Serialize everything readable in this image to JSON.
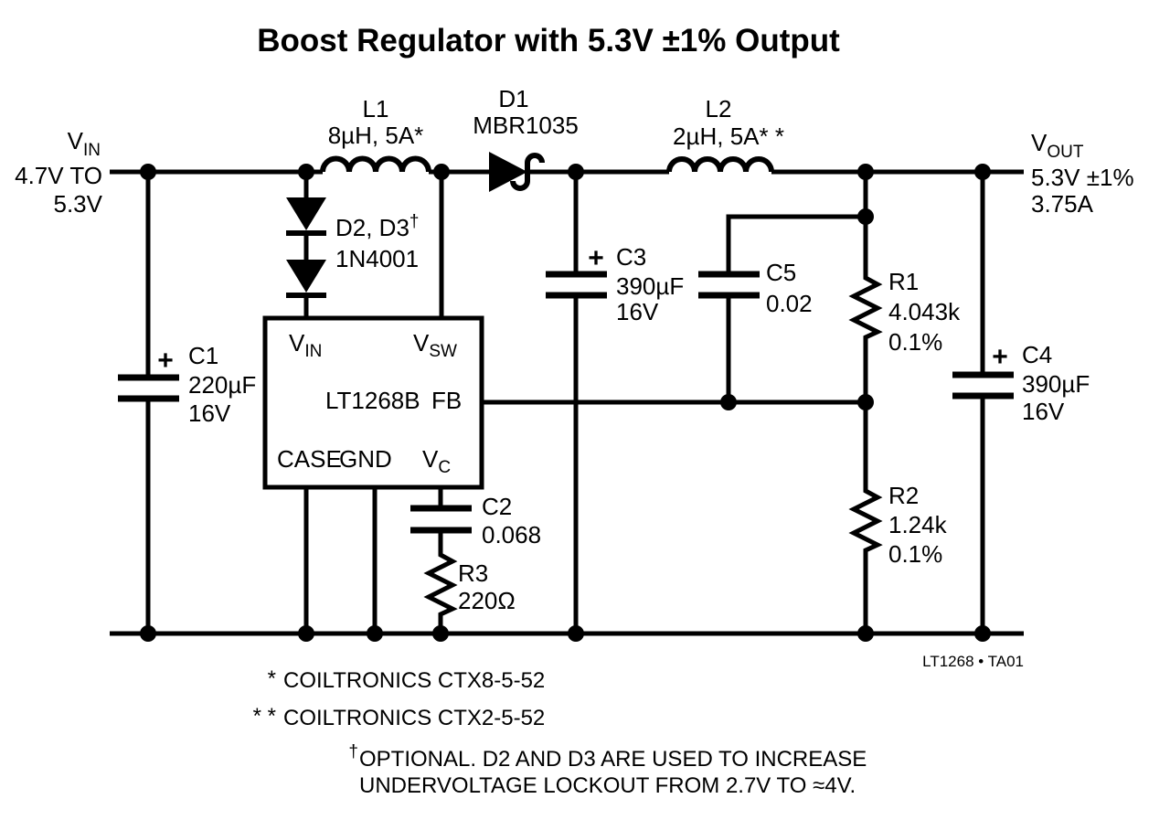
{
  "title": "Boost Regulator with 5.3V ±1% Output",
  "colors": {
    "ink": "#000000",
    "background": "#ffffff"
  },
  "input_terminal": {
    "name": "V",
    "name_sub": "IN",
    "range_line1": "4.7V TO",
    "range_line2": "5.3V"
  },
  "output_terminal": {
    "name": "V",
    "name_sub": "OUT",
    "spec_line1": "5.3V ±1%",
    "spec_line2": "3.75A"
  },
  "ic": {
    "part_number": "LT1268B",
    "pin_vin_main": "V",
    "pin_vin_sub": "IN",
    "pin_vsw_main": "V",
    "pin_vsw_sub": "SW",
    "pin_fb": "FB",
    "pin_case": "CASE",
    "pin_gnd": "GND",
    "pin_vc_main": "V",
    "pin_vc_sub": "C"
  },
  "components": {
    "L1": {
      "ref": "L1",
      "value": "8µH, 5A*"
    },
    "L2": {
      "ref": "L2",
      "value": "2µH, 5A* *"
    },
    "D1": {
      "ref": "D1",
      "value": "MBR1035"
    },
    "D2_D3": {
      "ref": "D2, D3",
      "marker": "†",
      "value": "1N4001"
    },
    "C1": {
      "polarity": "+",
      "ref": "C1",
      "value": "220µF",
      "rating": "16V"
    },
    "C2": {
      "ref": "C2",
      "value": "0.068"
    },
    "C3": {
      "polarity": "+",
      "ref": "C3",
      "value": "390µF",
      "rating": "16V"
    },
    "C4": {
      "polarity": "+",
      "ref": "C4",
      "value": "390µF",
      "rating": "16V"
    },
    "C5": {
      "ref": "C5",
      "value": "0.02"
    },
    "R1": {
      "ref": "R1",
      "value": "4.043k",
      "tolerance": "0.1%"
    },
    "R2": {
      "ref": "R2",
      "value": "1.24k",
      "tolerance": "0.1%"
    },
    "R3": {
      "ref": "R3",
      "value": "220Ω"
    }
  },
  "notes": [
    {
      "marker": "*",
      "text": "COILTRONICS CTX8-5-52"
    },
    {
      "marker": "* *",
      "text": "COILTRONICS CTX2-5-52"
    },
    {
      "marker": "†",
      "line1": "OPTIONAL. D2 AND D3 ARE USED TO INCREASE",
      "line2": "UNDERVOLTAGE LOCKOUT FROM 2.7V TO ≈4V."
    }
  ],
  "figure_id": "LT1268 • TA01"
}
